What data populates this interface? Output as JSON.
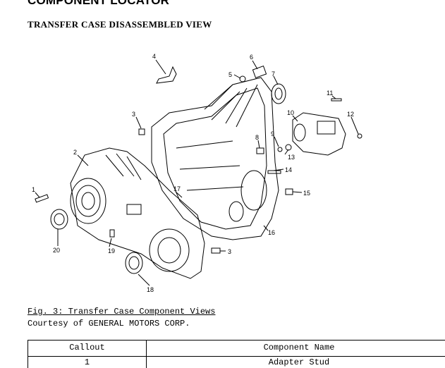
{
  "header": {
    "title": "COMPONENT LOCATOR",
    "subtitle": "TRANSFER CASE DISASSEMBLED VIEW"
  },
  "figure": {
    "callouts": [
      "1",
      "2",
      "3",
      "4",
      "5",
      "6",
      "7",
      "8",
      "9",
      "10",
      "11",
      "12",
      "13",
      "14",
      "15",
      "16",
      "17",
      "18",
      "19",
      "20",
      "3"
    ],
    "caption": "Fig. 3: Transfer Case Component Views",
    "courtesy": "Courtesy of GENERAL MOTORS CORP."
  },
  "table": {
    "headers": {
      "callout": "Callout",
      "component": "Component Name"
    },
    "first_row": {
      "callout": "1",
      "component": "Adapter Stud"
    }
  }
}
